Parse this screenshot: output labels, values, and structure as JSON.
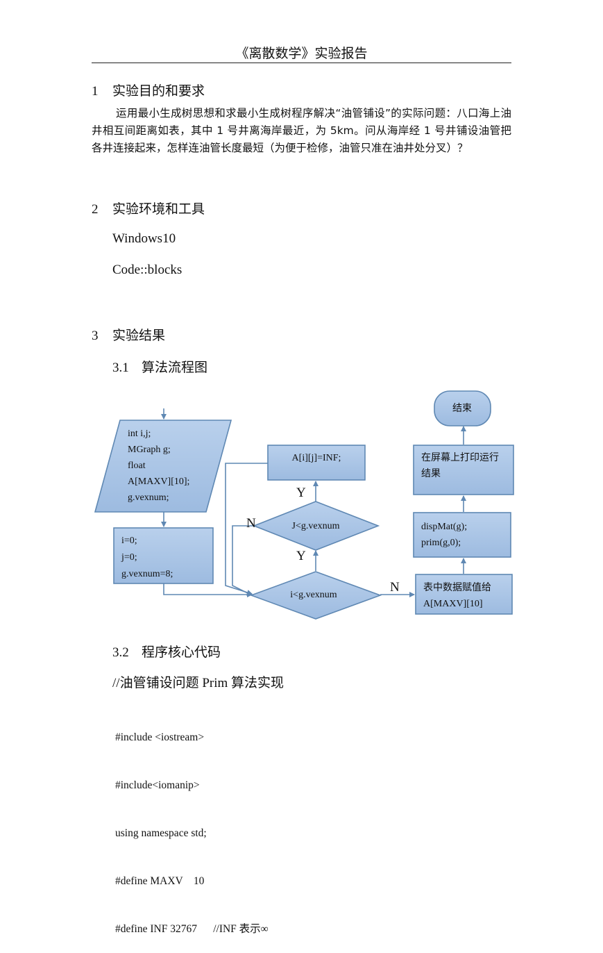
{
  "header": {
    "title": "《离散数学》实验报告"
  },
  "section1": {
    "num": "1",
    "title": "实验目的和要求",
    "paragraph": "运用最小生成树思想和求最小生成树程序解决“油管铺设”的实际问题：八口海上油井相互间距离如表，其中 1 号井离海岸最近，为 5km。问从海岸经 1 号井铺设油管把各井连接起来，怎样连油管长度最短（为便于检修，油管只准在油井处分叉）？"
  },
  "section2": {
    "num": "2",
    "title": "实验环境和工具",
    "items": [
      "Windows10",
      "Code::blocks"
    ]
  },
  "section3": {
    "num": "3",
    "title": "实验结果",
    "sub1": {
      "num": "3.1",
      "title": "算法流程图"
    },
    "sub2": {
      "num": "3.2",
      "title": "程序核心代码"
    }
  },
  "flowchart": {
    "input_lines": [
      "int i,j;",
      "MGraph g;",
      "float",
      "A[MAXV][10];",
      "g.vexnum;"
    ],
    "init_lines": [
      "i=0;",
      "j=0;",
      "g.vexnum=8;"
    ],
    "outer_cond": "i<g.vexnum",
    "inner_cond": "J<g.vexnum",
    "assign": "A[i][j]=INF;",
    "label_y1": "Y",
    "label_y2": "Y",
    "label_n1": "N",
    "label_n2": "N",
    "table_box": [
      "表中数据赋值给",
      "A[MAXV][10]"
    ],
    "call_box": [
      "dispMat(g);",
      "prim(g,0);"
    ],
    "print_box": [
      "在屏幕上打印运行",
      "结果"
    ],
    "end": "结束",
    "box_fill": "#a9c4e4",
    "box_stroke": "#5f88b3"
  },
  "code": {
    "comment_prefix": "//",
    "comment_cn": "油管铺设问题",
    "comment_prim": "Prim",
    "comment_cn2": "算法实现",
    "lines": [
      "#include <iostream>",
      "#include<iomanip>",
      "using namespace std;",
      "#define MAXV    10",
      "#define INF 32767      //INF 表示∞"
    ]
  }
}
